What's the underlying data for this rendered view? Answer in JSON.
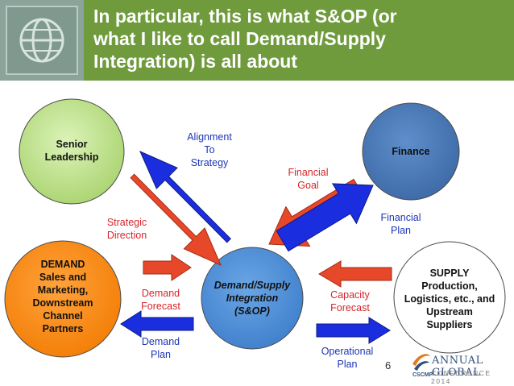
{
  "slide": {
    "title_lines": [
      "In particular, this is what S&OP (or",
      "what I like to call Demand/Supply",
      "Integration) is all about"
    ],
    "page_number": "6"
  },
  "nodes": {
    "senior": {
      "lines": [
        "Senior",
        "Leadership"
      ],
      "color": "#c6e89a"
    },
    "finance": {
      "lines": [
        "Finance"
      ],
      "color": "#4a79b8"
    },
    "demand": {
      "lines": [
        "DEMAND",
        "Sales and",
        "Marketing,",
        "Downstream",
        "Channel",
        "Partners"
      ],
      "color": "#ff8d1a"
    },
    "center": {
      "lines": [
        "Demand/Supply",
        "Integration",
        "(S&OP)"
      ],
      "color": "#4d8fd6"
    },
    "supply": {
      "lines": [
        "SUPPLY",
        "Production,",
        "Logistics, etc., and",
        "Upstream",
        "Suppliers"
      ],
      "color": "#ffffff"
    }
  },
  "flows": {
    "alignment": [
      "Alignment",
      "To",
      "Strategy"
    ],
    "strategic": [
      "Strategic",
      "Direction"
    ],
    "financial_goal": [
      "Financial",
      "Goal"
    ],
    "financial_plan": [
      "Financial",
      "Plan"
    ],
    "demand_forecast": [
      "Demand",
      "Forecast"
    ],
    "demand_plan": [
      "Demand",
      "Plan"
    ],
    "capacity_forecast": [
      "Capacity",
      "Forecast"
    ],
    "operational_plan": [
      "Operational",
      "Plan"
    ]
  },
  "colors": {
    "red_arrow": "#e8482a",
    "blue_arrow": "#1a2ee0",
    "title_band": "#6f9b3d",
    "red_text": "#d5262b",
    "blue_text": "#1d35b5"
  },
  "icons": {
    "logo": "globe-icon",
    "conference_logo": "cscmp-logo-icon"
  },
  "conference": {
    "line1": "ANNUAL GLOBAL",
    "line2": "CONFERENCE 2014",
    "brand": "CSCMP"
  }
}
